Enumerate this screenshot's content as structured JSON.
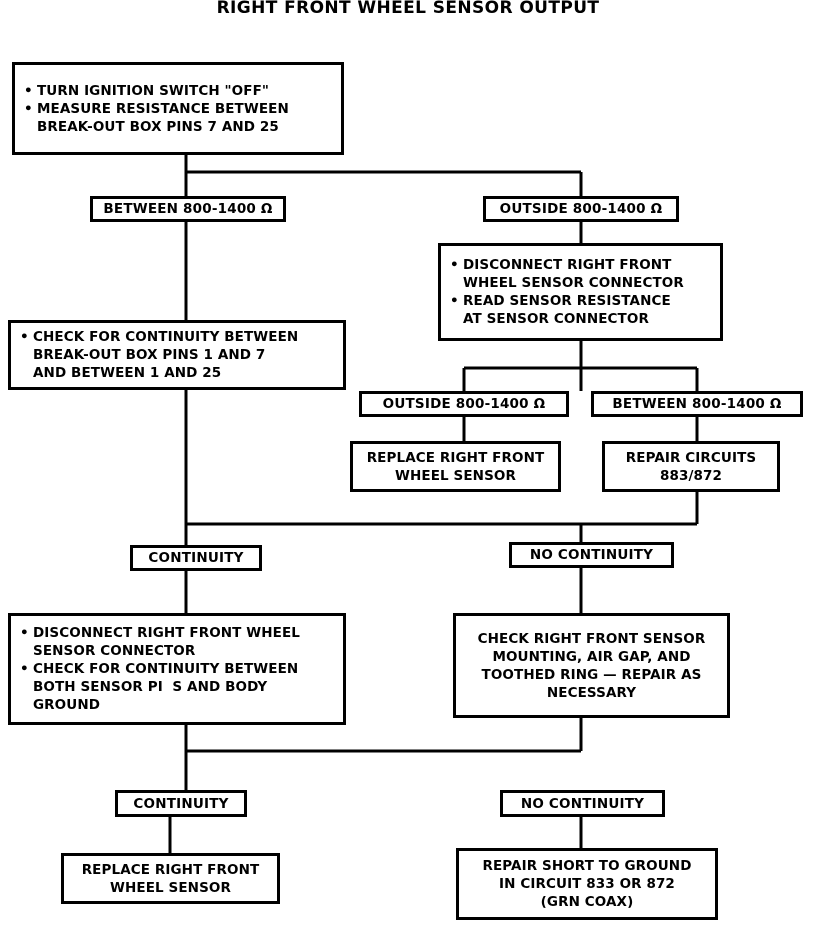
{
  "title": "RIGHT FRONT WHEEL SENSOR OUTPUT",
  "chart_data": {
    "type": "diagram",
    "diagram_kind": "troubleshooting-flowchart",
    "title": "RIGHT FRONT WHEEL SENSOR OUTPUT",
    "nodes": [
      {
        "id": "start",
        "shape": "box",
        "lines": [
          "TURN IGNITION SWITCH \"OFF\"",
          "MEASURE RESISTANCE BETWEEN",
          "BREAK-OUT BOX PINS 7 AND 25"
        ]
      },
      {
        "id": "between1",
        "shape": "pill",
        "lines": [
          "BETWEEN 800-1400 Ω"
        ]
      },
      {
        "id": "outside1",
        "shape": "pill",
        "lines": [
          "OUTSIDE 800-1400 Ω"
        ]
      },
      {
        "id": "disconnect-sensor",
        "shape": "box",
        "lines": [
          "DISCONNECT RIGHT FRONT",
          "WHEEL SENSOR CONNECTOR",
          "READ SENSOR RESISTANCE",
          "AT SENSOR CONNECTOR"
        ]
      },
      {
        "id": "check-continuity-pins",
        "shape": "box",
        "lines": [
          "CHECK FOR CONTINUITY BETWEEN",
          "BREAK-OUT BOX PINS 1 AND 7",
          "AND BETWEEN 1 AND 25"
        ]
      },
      {
        "id": "outside2",
        "shape": "pill",
        "lines": [
          "OUTSIDE 800-1400 Ω"
        ]
      },
      {
        "id": "between2",
        "shape": "pill",
        "lines": [
          "BETWEEN 800-1400 Ω"
        ]
      },
      {
        "id": "replace-sensor-1",
        "shape": "box",
        "lines": [
          "REPLACE RIGHT FRONT",
          "WHEEL SENSOR"
        ]
      },
      {
        "id": "repair-circuits",
        "shape": "box",
        "lines": [
          "REPAIR CIRCUITS",
          "883/872"
        ]
      },
      {
        "id": "continuity-1",
        "shape": "pill",
        "lines": [
          "CONTINUITY"
        ]
      },
      {
        "id": "no-continuity-1",
        "shape": "pill",
        "lines": [
          "NO CONTINUITY"
        ]
      },
      {
        "id": "disconnect-check-ground",
        "shape": "box",
        "lines": [
          "DISCONNECT RIGHT FRONT WHEEL",
          "SENSOR CONNECTOR",
          "CHECK FOR CONTINUITY BETWEEN",
          "BOTH SENSOR PI  S AND BODY",
          "GROUND"
        ]
      },
      {
        "id": "check-mounting",
        "shape": "box",
        "lines": [
          "CHECK RIGHT FRONT SENSOR",
          "MOUNTING, AIR GAP, AND",
          "TOOTHED RING — REPAIR AS",
          "NECESSARY"
        ]
      },
      {
        "id": "continuity-2",
        "shape": "pill",
        "lines": [
          "CONTINUITY"
        ]
      },
      {
        "id": "no-continuity-2",
        "shape": "pill",
        "lines": [
          "NO CONTINUITY"
        ]
      },
      {
        "id": "replace-sensor-2",
        "shape": "box",
        "lines": [
          "REPLACE RIGHT FRONT",
          "WHEEL SENSOR"
        ]
      },
      {
        "id": "repair-short",
        "shape": "box",
        "lines": [
          "REPAIR SHORT TO GROUND",
          "IN CIRCUIT 833 OR 872",
          "(GRN COAX)"
        ]
      }
    ],
    "edges": [
      {
        "from": "start",
        "to": "between1"
      },
      {
        "from": "start",
        "to": "outside1"
      },
      {
        "from": "between1",
        "to": "check-continuity-pins"
      },
      {
        "from": "outside1",
        "to": "disconnect-sensor"
      },
      {
        "from": "disconnect-sensor",
        "to": "outside2"
      },
      {
        "from": "disconnect-sensor",
        "to": "between2"
      },
      {
        "from": "outside2",
        "to": "replace-sensor-1"
      },
      {
        "from": "between2",
        "to": "repair-circuits"
      },
      {
        "from": "check-continuity-pins",
        "to": "continuity-1"
      },
      {
        "from": "repair-circuits",
        "to": "no-continuity-1"
      },
      {
        "from": "continuity-1",
        "to": "disconnect-check-ground"
      },
      {
        "from": "no-continuity-1",
        "to": "check-mounting"
      },
      {
        "from": "disconnect-check-ground",
        "to": "continuity-2"
      },
      {
        "from": "check-mounting",
        "to": "no-continuity-2"
      },
      {
        "from": "continuity-2",
        "to": "replace-sensor-2"
      },
      {
        "from": "no-continuity-2",
        "to": "repair-short"
      }
    ]
  },
  "nodes": {
    "start": {
      "l0": "TURN IGNITION SWITCH \"OFF\"",
      "l1": "MEASURE RESISTANCE BETWEEN",
      "l2": "BREAK-OUT BOX PINS 7 AND 25"
    },
    "between1": {
      "l0": "BETWEEN 800-1400 Ω"
    },
    "outside1": {
      "l0": "OUTSIDE 800-1400 Ω"
    },
    "disconnect_sensor": {
      "l0": "DISCONNECT RIGHT FRONT",
      "l1": "WHEEL SENSOR CONNECTOR",
      "l2": "READ SENSOR RESISTANCE",
      "l3": "AT SENSOR CONNECTOR"
    },
    "check_continuity_pins": {
      "l0": "CHECK FOR CONTINUITY BETWEEN",
      "l1": "BREAK-OUT BOX PINS 1 AND 7",
      "l2": "AND BETWEEN 1 AND 25"
    },
    "outside2": {
      "l0": "OUTSIDE 800-1400 Ω"
    },
    "between2": {
      "l0": "BETWEEN 800-1400 Ω"
    },
    "replace_sensor_1": {
      "l0": "REPLACE RIGHT FRONT",
      "l1": "WHEEL SENSOR"
    },
    "repair_circuits": {
      "l0": "REPAIR CIRCUITS",
      "l1": "883/872"
    },
    "continuity_1": {
      "l0": "CONTINUITY"
    },
    "no_continuity_1": {
      "l0": "NO CONTINUITY"
    },
    "disconnect_check_ground": {
      "l0": "DISCONNECT RIGHT FRONT WHEEL",
      "l1": "SENSOR CONNECTOR",
      "l2": "CHECK FOR CONTINUITY BETWEEN",
      "l3": "BOTH SENSOR PI  S AND BODY",
      "l4": "GROUND"
    },
    "check_mounting": {
      "l0": "CHECK RIGHT FRONT SENSOR",
      "l1": "MOUNTING, AIR GAP, AND",
      "l2": "TOOTHED RING — REPAIR AS",
      "l3": "NECESSARY"
    },
    "continuity_2": {
      "l0": "CONTINUITY"
    },
    "no_continuity_2": {
      "l0": "NO CONTINUITY"
    },
    "replace_sensor_2": {
      "l0": "REPLACE RIGHT FRONT",
      "l1": "WHEEL SENSOR"
    },
    "repair_short": {
      "l0": "REPAIR SHORT TO GROUND",
      "l1": "IN CIRCUIT 833 OR 872",
      "l2": "(GRN COAX)"
    }
  },
  "colors": {
    "ink": "#000000",
    "paper": "#ffffff"
  }
}
